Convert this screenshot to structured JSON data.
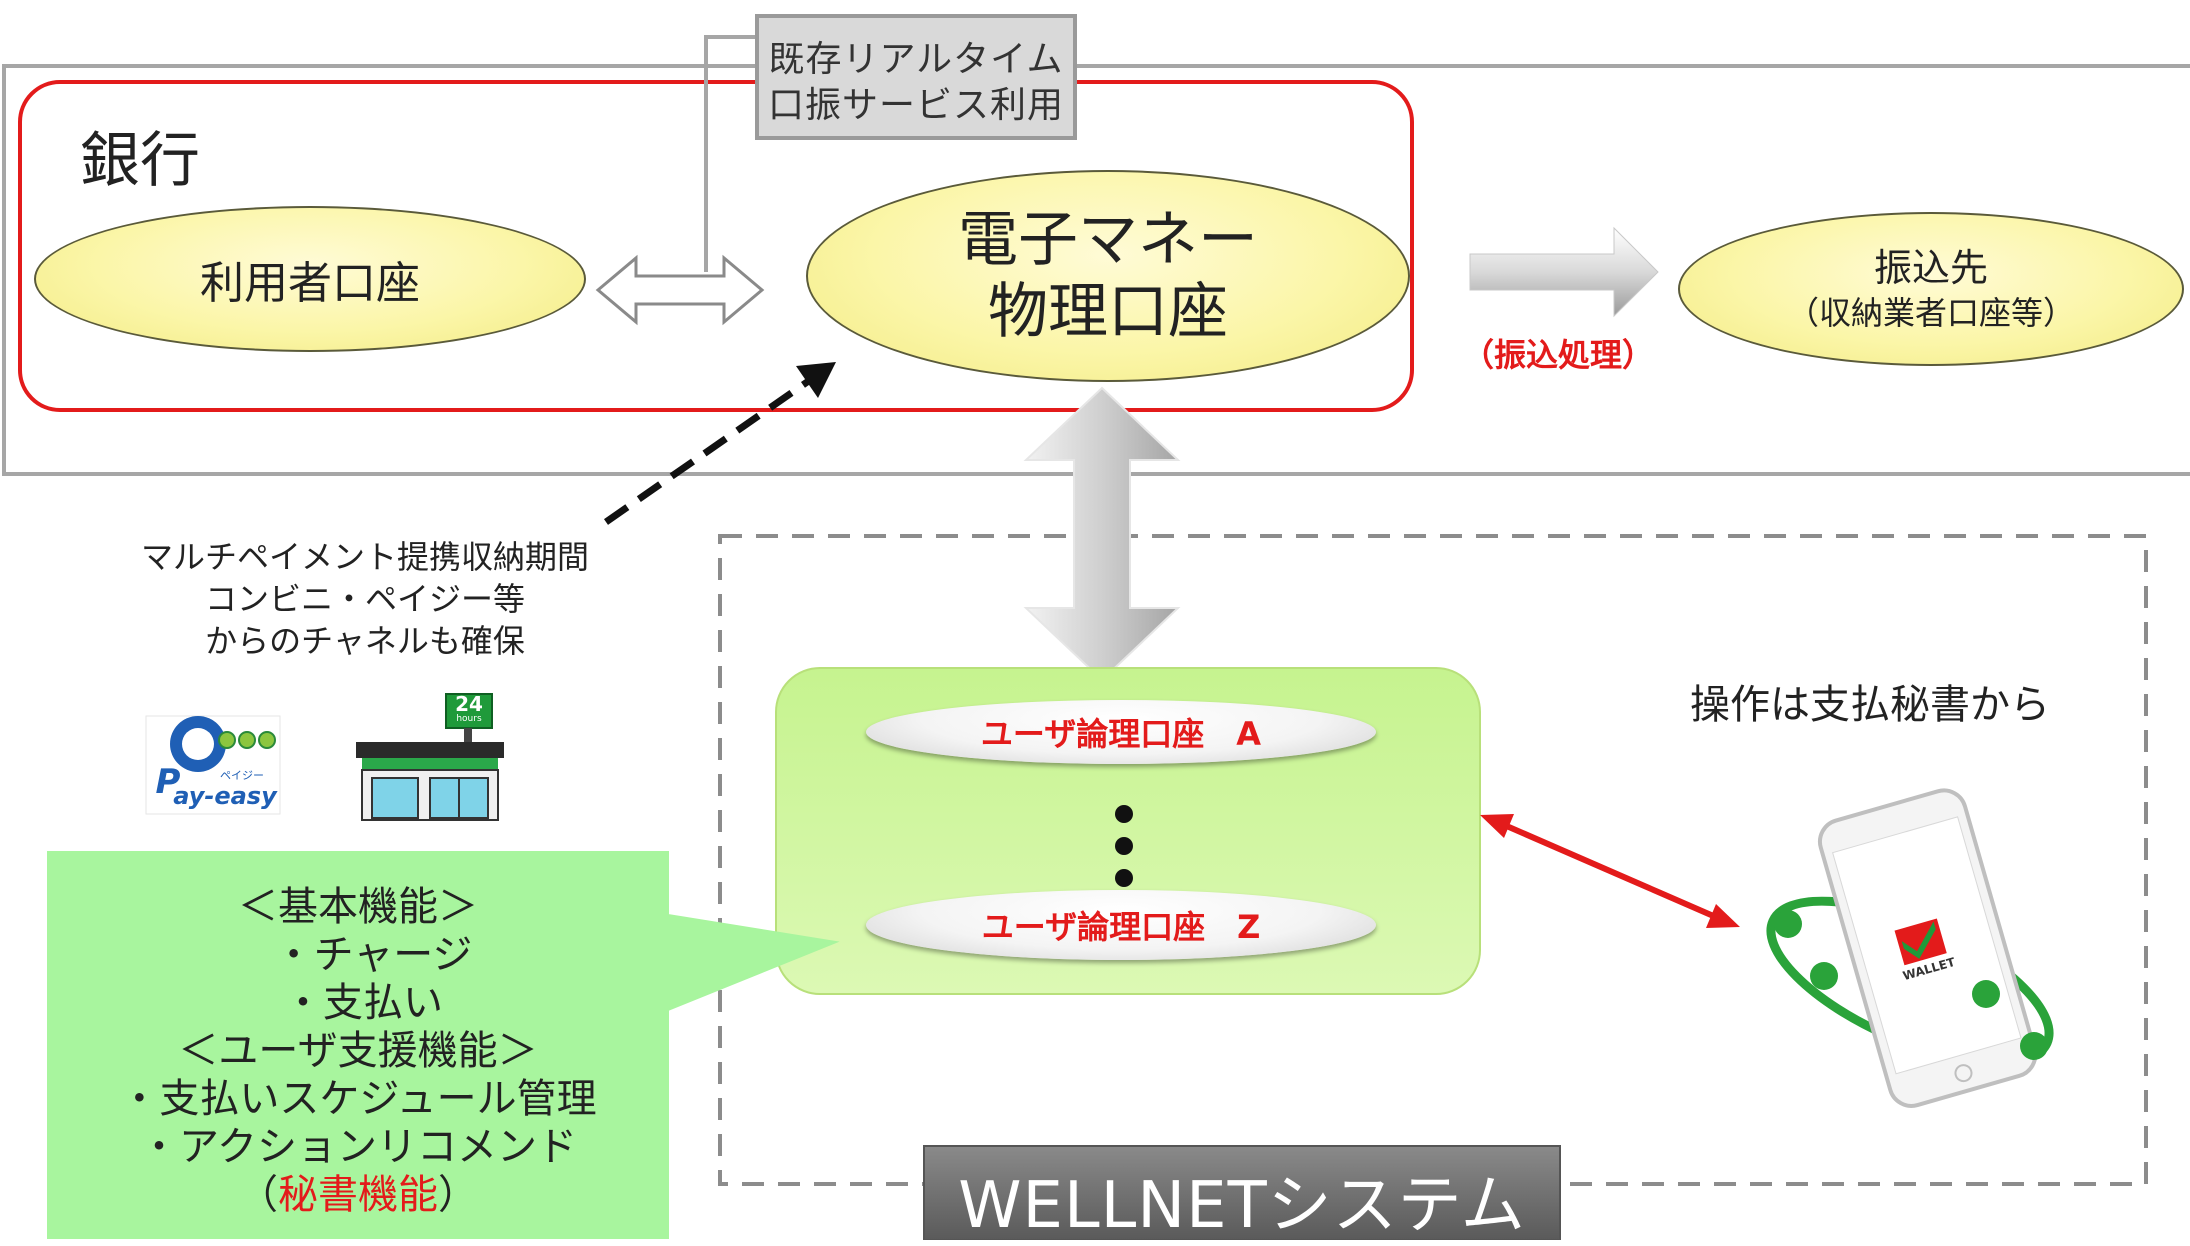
{
  "bank": {
    "label": "銀行",
    "user_account": "利用者口座",
    "emoney_line1": "電子マネー",
    "emoney_line2": "物理口座"
  },
  "realtime_box": {
    "line1": "既存リアルタイム",
    "line2": "口振サービス利用"
  },
  "transfer": {
    "label": "（振込処理）",
    "dest_line1": "振込先",
    "dest_line2": "（収納業者口座等）"
  },
  "multipay": {
    "line1": "マルチペイメント提携収納期間",
    "line2": "コンビニ・ペイジー等",
    "line3": "からのチャネルも確保"
  },
  "icons": {
    "payeasy_small": "ペイジー",
    "payeasy_text": "ay-easy",
    "payeasy_p": "P",
    "store_sign": "24",
    "store_sign_sub": "hours"
  },
  "wellnet": {
    "title": "WELLNETシステム",
    "account_a": "ユーザ論理口座　A",
    "account_z": "ユーザ論理口座　Z",
    "operation": "操作は支払秘書から",
    "phone_app": "WALLET"
  },
  "features": {
    "basic_header": "＜基本機能＞",
    "basic_items": [
      "・チャージ",
      "・支払い"
    ],
    "support_header": "＜ユーザ支援機能＞",
    "support_items": [
      "・支払いスケジュール管理",
      "・アクションリコメンド"
    ],
    "secretary_open": "（",
    "secretary": "秘書機能",
    "secretary_close": "）"
  },
  "colors": {
    "bank_border": "#e31b1b",
    "ellipse_fill": "#fbf6a8",
    "green_panel": "#d2f7a0",
    "feature_box": "#a8f59e",
    "accent_red": "#e31b1b",
    "wellnet_label_bg": "#6e6e6e"
  }
}
